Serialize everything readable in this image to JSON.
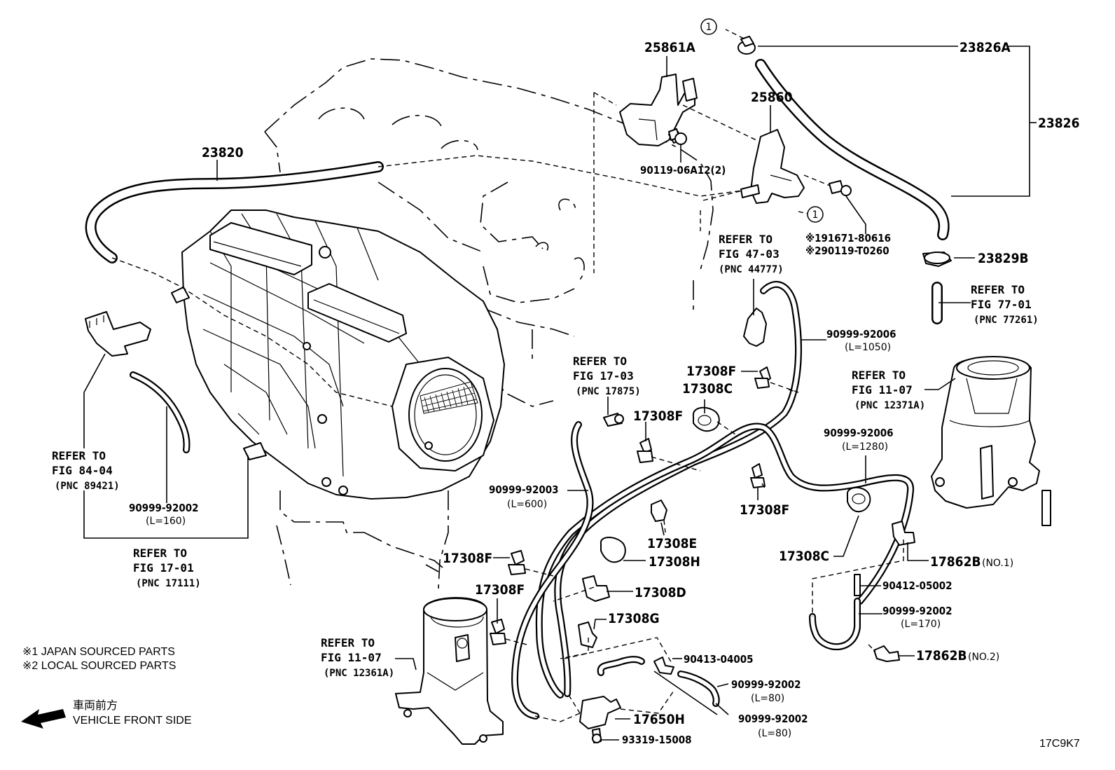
{
  "labels": {
    "p25861A": "25861A",
    "p23826A": "23826A",
    "p23826": "23826",
    "p25860": "25860",
    "p23820": "23820",
    "p9011906A12": "90119-06A12(2)",
    "p191671": "※191671-80616",
    "p290119": "※290119-T0260",
    "p23829B": "23829B",
    "p17308F_a": "17308F",
    "p17308C_a": "17308C",
    "p17308F_b": "17308F",
    "p17308F_c": "17308F",
    "p17308E": "17308E",
    "p17308H": "17308H",
    "p17308F_d": "17308F",
    "p17308F_e": "17308F",
    "p17308D": "17308D",
    "p17308G": "17308G",
    "p17308C_b": "17308C",
    "p17862B_1": "17862B",
    "p17862B_1_sub": "(NO.1)",
    "p90412": "90412-05002",
    "p92002_170": "90999-92002",
    "p92002_170_len": "(L=170)",
    "p17862B_2": "17862B",
    "p17862B_2_sub": "(NO.2)",
    "p92006_1050": "90999-92006",
    "p92006_1050_len": "(L=1050)",
    "p92006_1280": "90999-92006",
    "p92006_1280_len": "(L=1280)",
    "p92003": "90999-92003",
    "p92003_len": "(L=600)",
    "p92002_160": "90999-92002",
    "p92002_160_len": "(L=160)",
    "p90413": "90413-04005",
    "p92002_80a": "90999-92002",
    "p92002_80a_len": "(L=80)",
    "p92002_80b": "90999-92002",
    "p92002_80b_len": "(L=80)",
    "p17650H": "17650H",
    "p93319": "93319-15008",
    "circle1": "1"
  },
  "refs": {
    "r4703": [
      "REFER TO",
      "FIG 47-03",
      "(PNC 44777)"
    ],
    "r7701": [
      "REFER TO",
      "FIG 77-01",
      "(PNC 77261)"
    ],
    "r1703": [
      "REFER TO",
      "FIG 17-03",
      "(PNC 17875)"
    ],
    "r1107a": [
      "REFER TO",
      "FIG 11-07",
      "(PNC 12371A)"
    ],
    "r8404": [
      "REFER TO",
      "FIG 84-04",
      "(PNC 89421)"
    ],
    "r1701": [
      "REFER TO",
      "FIG 17-01",
      "(PNC 17111)"
    ],
    "r1107b": [
      "REFER TO",
      "FIG 11-07",
      "(PNC 12361A)"
    ]
  },
  "legend": {
    "japan": "※1  JAPAN SOURCED PARTS",
    "local": "※2  LOCAL SOURCED PARTS",
    "front_jp": "車両前方",
    "front_en": "VEHICLE FRONT SIDE"
  },
  "figure_code": "17C9K7"
}
